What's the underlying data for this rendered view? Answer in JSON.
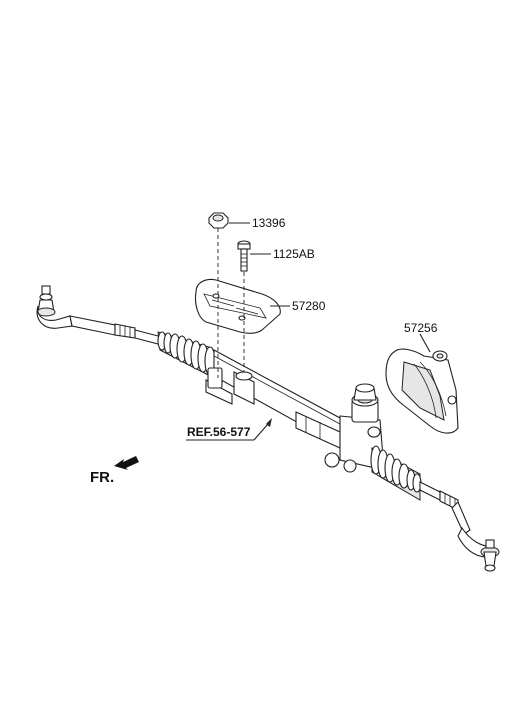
{
  "parts": {
    "nut": "13396",
    "bolt": "1125AB",
    "bracket": "57280",
    "cover": "57256"
  },
  "reference": "REF.56-577",
  "direction": "FR."
}
